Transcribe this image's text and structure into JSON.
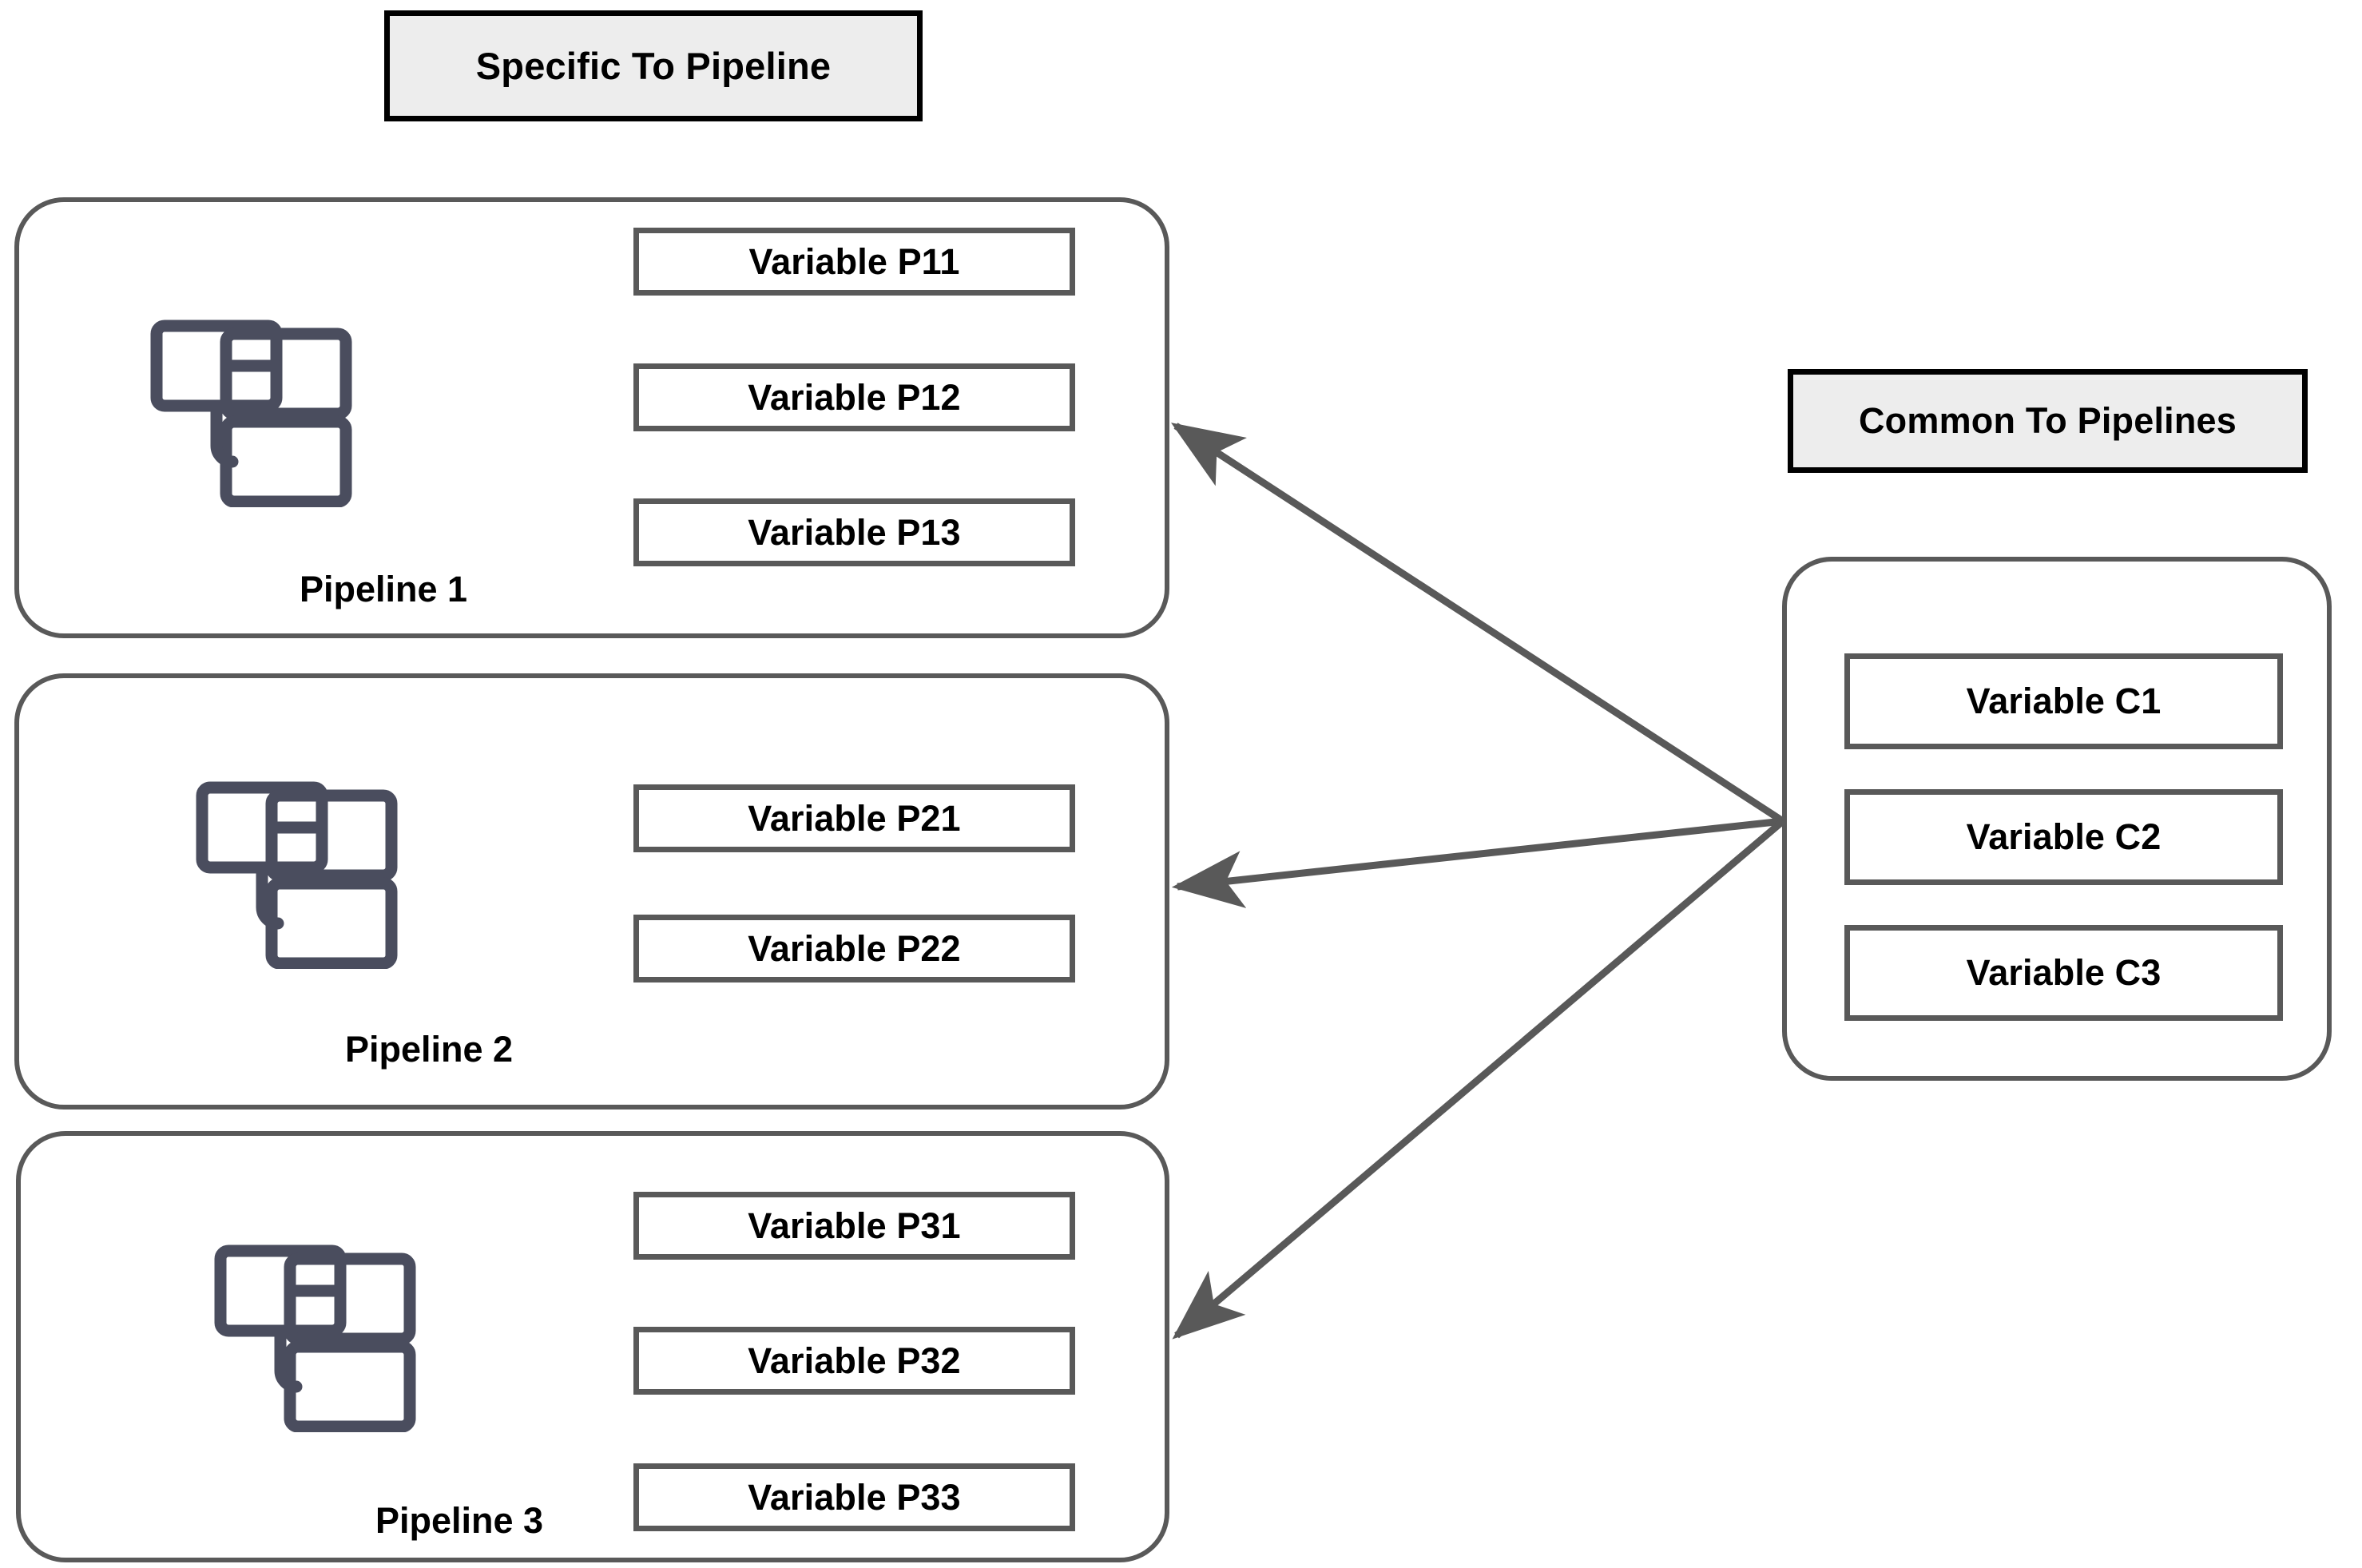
{
  "headers": {
    "specific": "Specific To Pipeline",
    "common": "Common To Pipelines"
  },
  "colors": {
    "panel_border": "#595959",
    "var_box_border": "#595959",
    "header_fill": "#ededed",
    "header_border": "#000000",
    "icon_stroke": "#4a4d5e",
    "arrow": "#595959",
    "text": "#000000",
    "background": "#ffffff"
  },
  "pipelines": [
    {
      "caption": "Pipeline 1",
      "icon_name": "pipeline-flow-icon",
      "variables": [
        "Variable P11",
        "Variable P12",
        "Variable P13"
      ]
    },
    {
      "caption": "Pipeline 2",
      "icon_name": "pipeline-flow-icon",
      "variables": [
        "Variable P21",
        "Variable P22"
      ]
    },
    {
      "caption": "Pipeline 3",
      "icon_name": "pipeline-flow-icon",
      "variables": [
        "Variable P31",
        "Variable P32",
        "Variable P33"
      ]
    }
  ],
  "common": {
    "variables": [
      "Variable C1",
      "Variable C2",
      "Variable C3"
    ]
  },
  "arrows": [
    {
      "name": "arrow-common-to-pipeline-1",
      "from": "Common To Pipelines",
      "to": "Pipeline 1"
    },
    {
      "name": "arrow-common-to-pipeline-2",
      "from": "Common To Pipelines",
      "to": "Pipeline 2"
    },
    {
      "name": "arrow-common-to-pipeline-3",
      "from": "Common To Pipelines",
      "to": "Pipeline 3"
    }
  ]
}
